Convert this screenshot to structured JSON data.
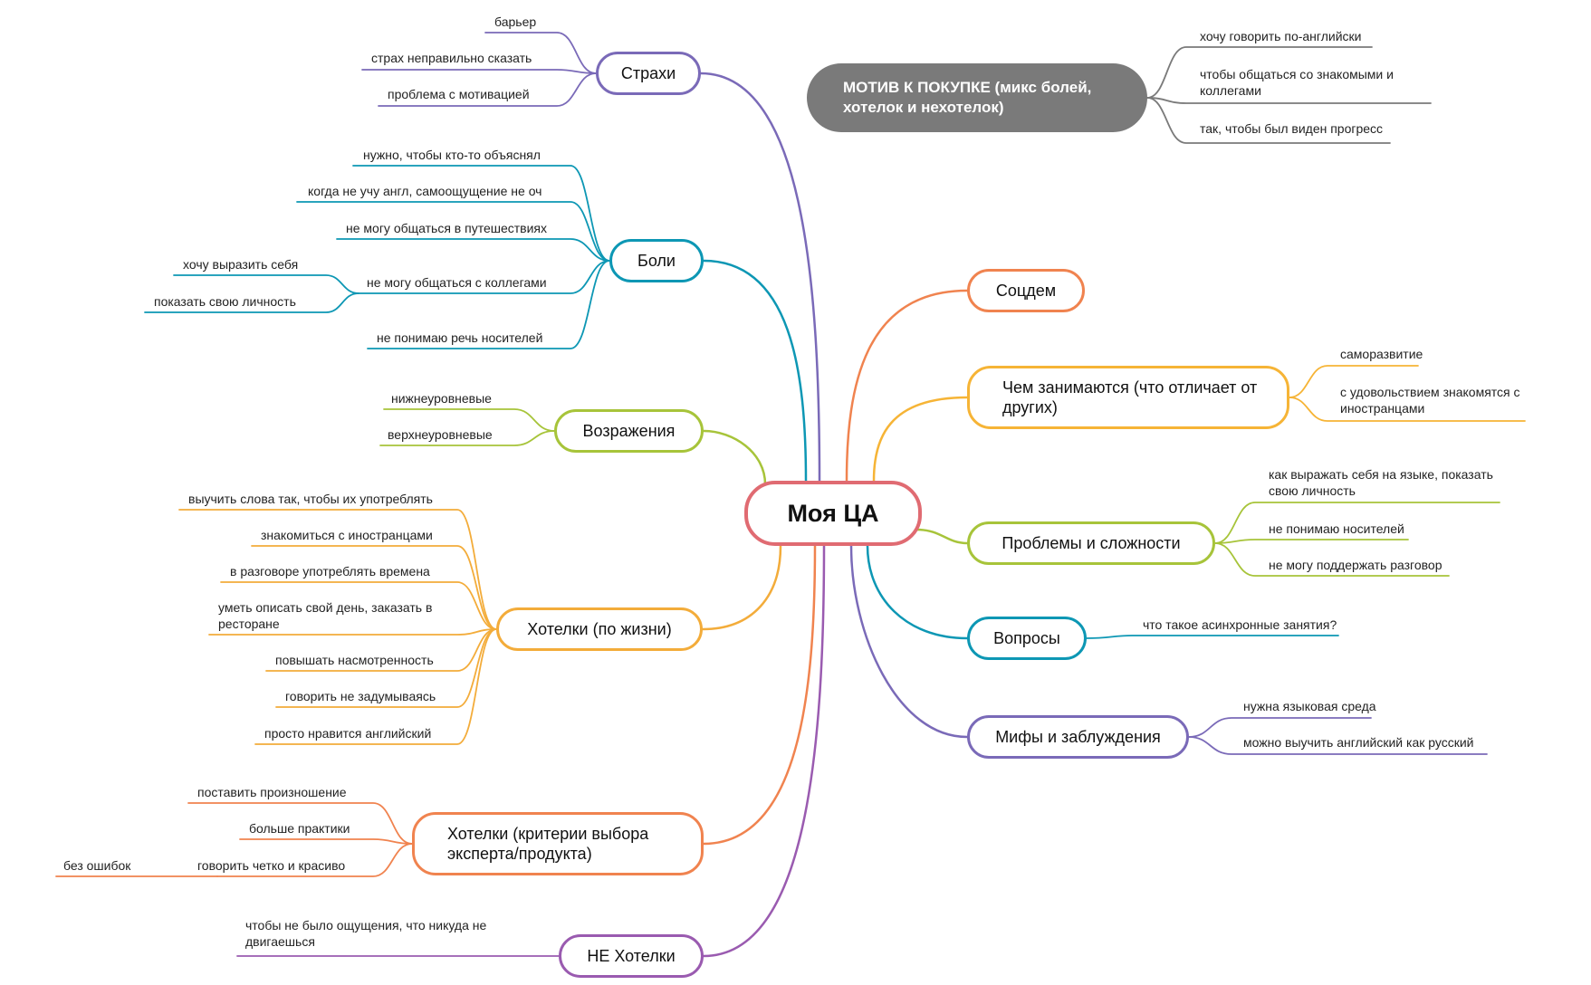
{
  "center": {
    "label": "Моя ЦА"
  },
  "motive": {
    "label": "МОТИВ К ПОКУПКЕ (микс болей, хотелок и нехотелок)",
    "color": "#7a7a7a",
    "leaves": [
      "хочу говорить по-английски",
      "чтобы общаться со знакомыми и коллегами",
      "так, чтобы был виден прогресс"
    ]
  },
  "branches": {
    "fears": {
      "label": "Страхи",
      "color": "#7a6ab8",
      "leaves": [
        "барьер",
        "страх неправильно сказать",
        "проблема с мотивацией"
      ]
    },
    "pains": {
      "label": "Боли",
      "color": "#0d97b4",
      "leaves": [
        "нужно, чтобы кто-то объяснял",
        "когда не учу англ, самоощущение не оч",
        "не могу общаться в путешествиях",
        "не могу общаться с коллегами",
        "не понимаю речь носителей"
      ],
      "subleaves": [
        "хочу выразить себя",
        "показать свою личность"
      ]
    },
    "objections": {
      "label": "Возражения",
      "color": "#a7c43a",
      "leaves": [
        "нижнеуровневые",
        "верхнеуровневые"
      ]
    },
    "wants": {
      "label": "Хотелки (по жизни)",
      "color": "#f3ac3a",
      "leaves": [
        "выучить слова так, чтобы их употреблять",
        "знакомиться с иностранцами",
        "в разговоре употреблять времена",
        "уметь описать свой день, заказать в ресторане",
        "повышать насмотренность",
        "говорить не задумываясь",
        "просто нравится английский"
      ]
    },
    "criteria": {
      "label": "Хотелки (критерии выбора эксперта/продукта)",
      "color": "#f0834f",
      "leaves": [
        "поставить произношение",
        "больше практики",
        "говорить четко и красиво"
      ],
      "subleaf": "без ошибок"
    },
    "notwants": {
      "label": "НЕ Хотелки",
      "color": "#9a5bb0",
      "leaves": [
        "чтобы не было ощущения, что никуда не двигаешься"
      ]
    },
    "socdem": {
      "label": "Соцдем",
      "color": "#f0834f"
    },
    "occupation": {
      "label": "Чем занимаются (что отличает от других)",
      "color": "#f6b436",
      "leaves": [
        "саморазвитие",
        "с удовольствием знакомятся с иностранцами"
      ]
    },
    "problems": {
      "label": "Проблемы  и сложности",
      "color": "#a7c43a",
      "leaves": [
        "как выражать себя на языке, показать свою личность",
        "не понимаю носителей",
        "не могу поддержать разговор"
      ]
    },
    "questions": {
      "label": "Вопросы",
      "color": "#0d97b4",
      "leaves": [
        "что такое асинхронные занятия?"
      ]
    },
    "myths": {
      "label": "Мифы и заблуждения",
      "color": "#7a6ab8",
      "leaves": [
        "нужна языковая среда",
        "можно выучить английский как русский"
      ]
    }
  },
  "center_color": "#e06b72"
}
